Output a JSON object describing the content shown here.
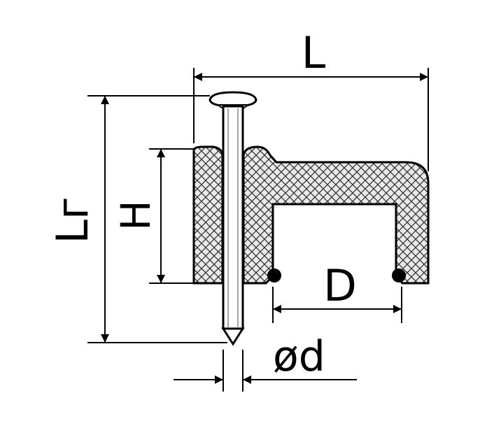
{
  "diagram": {
    "colors": {
      "line": "#000000",
      "background": "#ffffff",
      "hatch_fill": "#e6e6e6",
      "nail_fill": "#ffffff"
    },
    "labels": {
      "L": "L",
      "Lg": "Lг",
      "H": "H",
      "D": "D",
      "d": "ød"
    }
  }
}
